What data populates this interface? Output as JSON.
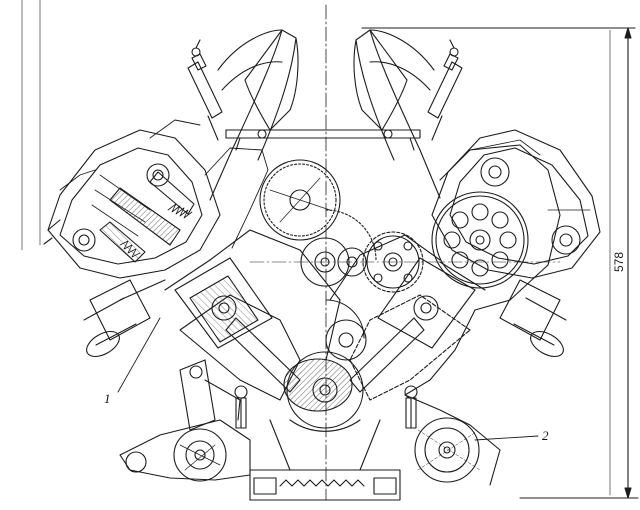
{
  "dimension": {
    "height_label": "578"
  },
  "callouts": [
    {
      "label": "1"
    },
    {
      "label": "2"
    }
  ],
  "colors": {
    "ink": "#1c1c1c",
    "paper": "#ffffff",
    "hatch": "#444444"
  }
}
